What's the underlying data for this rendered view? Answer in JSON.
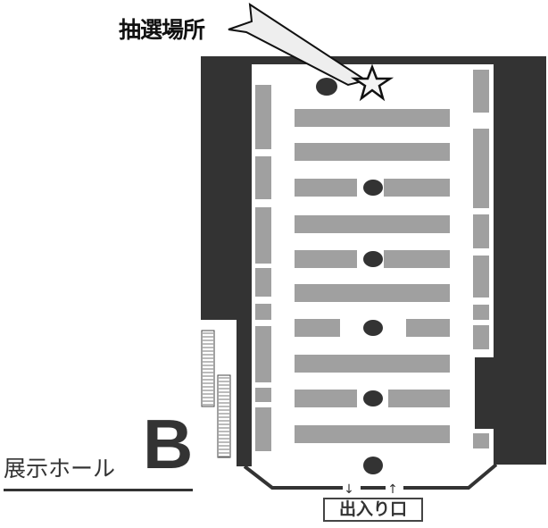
{
  "title": {
    "hall_name": "展示ホール",
    "hall_letter": "B"
  },
  "callout": {
    "label": "抽選場所",
    "marker": "star-icon"
  },
  "entrance": {
    "label": "出入り口",
    "arrows": [
      "↓",
      "↑"
    ]
  },
  "colors": {
    "wall": "#333333",
    "booth": "#a0a0a0",
    "pillar": "#333333"
  }
}
